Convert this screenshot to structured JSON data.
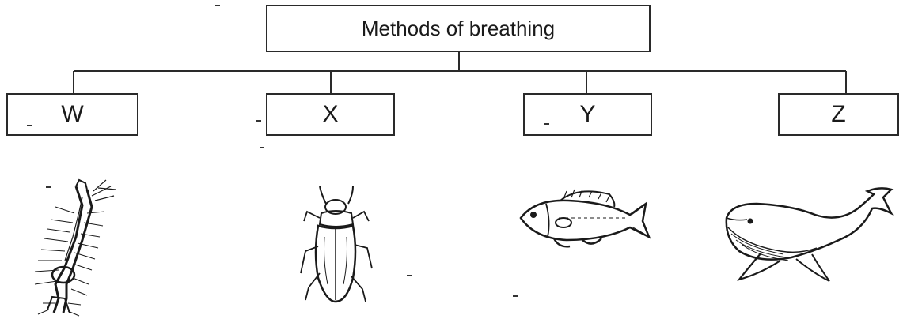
{
  "title": "Methods of breathing",
  "categories": [
    {
      "letter": "W",
      "animal": "mosquito larva"
    },
    {
      "letter": "X",
      "animal": "beetle"
    },
    {
      "letter": "Y",
      "animal": "fish"
    },
    {
      "letter": "Z",
      "animal": "whale"
    }
  ],
  "line_color": "#2a2a2a"
}
